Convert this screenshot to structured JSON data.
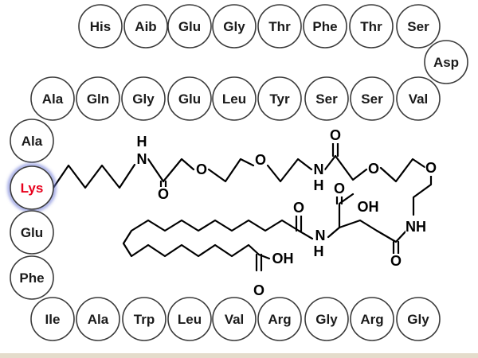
{
  "peptide": {
    "top_row": [
      "His",
      "Aib",
      "Glu",
      "Gly",
      "Thr",
      "Phe",
      "Thr",
      "Ser"
    ],
    "turn_right": "Asp",
    "middle_row_rtl": [
      "Val",
      "Ser",
      "Ser",
      "Tyr",
      "Leu",
      "Glu",
      "Gly",
      "Gln",
      "Ala"
    ],
    "left_column": [
      "Ala",
      "Lys",
      "Glu",
      "Phe"
    ],
    "bottom_row": [
      "Ile",
      "Ala",
      "Trp",
      "Leu",
      "Val",
      "Arg",
      "Gly",
      "Arg",
      "Gly"
    ],
    "modified_residue": "Lys"
  },
  "side_chain_labels": {
    "amide_nh_1": "H",
    "amide_n_1": "N",
    "amide_o_1": "O",
    "ether_o_1": "O",
    "ether_o_2": "O",
    "amide_o_2": "O",
    "amide_n_2": "N",
    "amide_h_2": "H",
    "ether_o_3": "O",
    "ether_o_4": "O",
    "acid_o_top": "O",
    "acid_oh_top": "OH",
    "nh_right": "NH",
    "amide_o_3": "O",
    "amide_o_fatty": "O",
    "amide_n_3": "N",
    "amide_h_3": "H",
    "acid_oh_bottom": "OH",
    "acid_o_bottom": "O"
  },
  "colors": {
    "residue_text": "#1a1a1a",
    "modified_text": "#e8001c",
    "modified_ring": "#6f7bd8",
    "bond": "#000000",
    "frame_bottom": "#e4dccb"
  }
}
